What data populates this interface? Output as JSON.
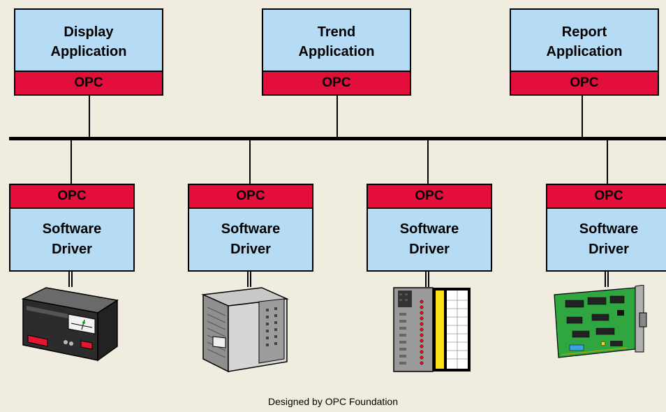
{
  "applications": [
    {
      "line1": "Display",
      "line2": "Application",
      "interface": "OPC"
    },
    {
      "line1": "Trend",
      "line2": "Application",
      "interface": "OPC"
    },
    {
      "line1": "Report",
      "line2": "Application",
      "interface": "OPC"
    }
  ],
  "drivers": [
    {
      "interface": "OPC",
      "line1": "Software",
      "line2": "Driver",
      "device": "panel-meter-icon"
    },
    {
      "interface": "OPC",
      "line1": "Software",
      "line2": "Driver",
      "device": "plc-module-icon"
    },
    {
      "interface": "OPC",
      "line1": "Software",
      "line2": "Driver",
      "device": "io-rack-icon"
    },
    {
      "interface": "OPC",
      "line1": "Software",
      "line2": "Driver",
      "device": "circuit-card-icon"
    }
  ],
  "credit": "Designed by OPC Foundation",
  "colors": {
    "background": "#f0ede0",
    "box_fill": "#b5dbf5",
    "opc_fill": "#e30e3b",
    "bus": "#000000"
  }
}
